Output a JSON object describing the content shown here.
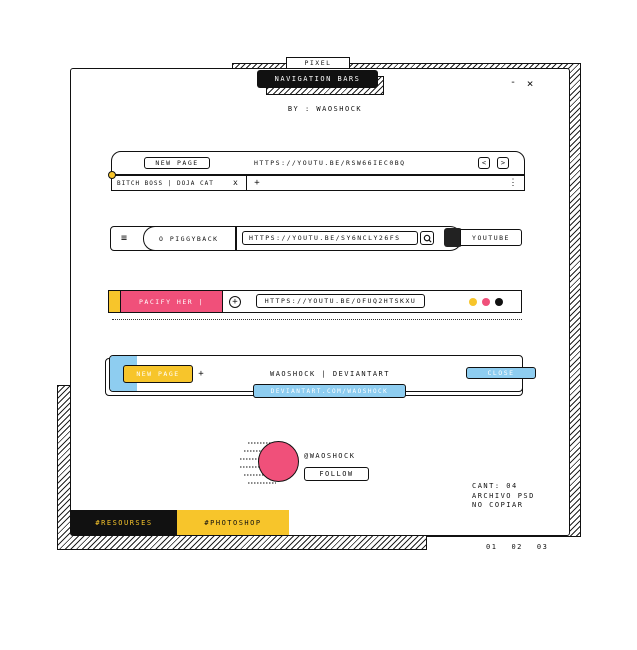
{
  "header": {
    "tag_top": "PIXEL",
    "title": "NAVIGATION BARS",
    "byline": "BY : WAOSHOCK",
    "minimize": "-",
    "close": "×"
  },
  "bar1": {
    "new_page": "NEW PAGE",
    "url": "HTTPS://YOUTU.BE/RSW66IEC0BQ",
    "back": "<",
    "forward": ">",
    "tab_label": "BITCH BOSS | DOJA CAT",
    "tab_close": "x",
    "add_tab": "+",
    "menu": "⋮"
  },
  "bar2": {
    "menu": "≡",
    "tab_label": "O PIGGYBACK",
    "url": "HTTPS://YOUTU.BE/SY6NCLY26FS",
    "site": "YOUTUBE"
  },
  "bar3": {
    "tab_label": "PACIFY HER |",
    "add": "+",
    "url": "HTTPS://YOUTU.BE/OFUQ2HTSKXU",
    "dot_colors": [
      "#f7c52b",
      "#f0507a",
      "#111111"
    ]
  },
  "bar4": {
    "new_page": "NEW PAGE",
    "add": "+",
    "title": "WAOSHOCK | DEVIANTART",
    "close": "CLOSE",
    "url": "DEVIANTART.COM/WAOSHOCK"
  },
  "profile": {
    "handle": "@WAOSHOCK",
    "follow": "FOLLOW"
  },
  "info": {
    "line1": "CANT: 04",
    "line2": "ARCHIVO PSD",
    "line3": "NO COPIAR"
  },
  "tags": {
    "tag1": "#RESOURSES",
    "tag2": "#PHOTOSHOP"
  },
  "pages": [
    "01",
    "02",
    "03"
  ],
  "colors": {
    "pink": "#f0507a",
    "yellow": "#f7c52b",
    "blue": "#8ecdf0",
    "black": "#111111"
  }
}
